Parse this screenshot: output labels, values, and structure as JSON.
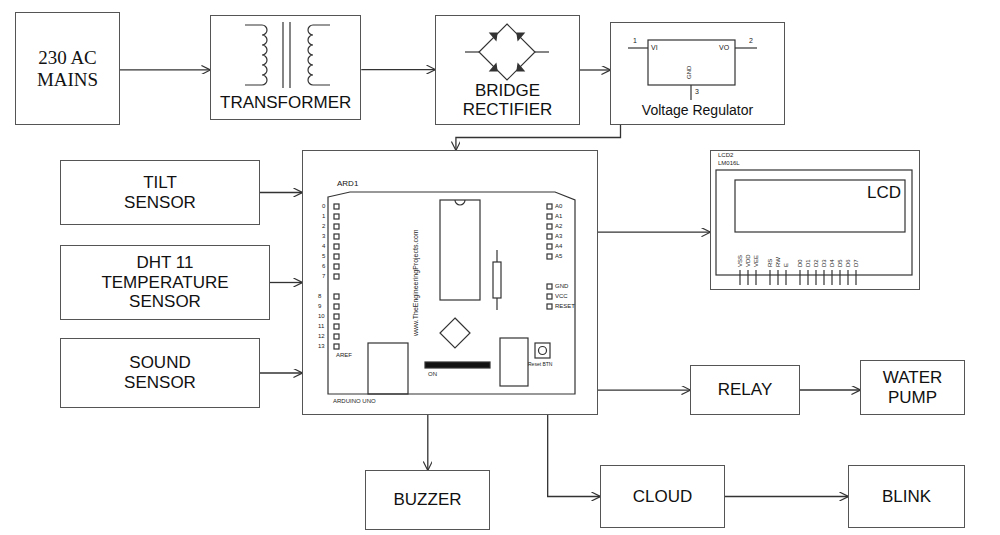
{
  "diagram": {
    "nodes": [
      {
        "text": [
          "230 AC MAINS"
        ]
      },
      {
        "text": [
          "TRANSFORMER"
        ]
      },
      {
        "text": [
          "BRIDGE RECTIFIER"
        ]
      },
      {
        "text": [
          "Voltage Regulator"
        ]
      },
      {
        "text": [
          "TILT SENSOR"
        ]
      },
      {
        "text": [
          "DHT 11 TEMPERATURE SENSOR"
        ]
      },
      {
        "text": [
          "SOUND SENSOR"
        ]
      },
      {
        "text": [
          "ARD1"
        ]
      },
      {
        "text": [
          "LCD"
        ]
      },
      {
        "text": [
          "RELAY"
        ]
      },
      {
        "text": [
          "WATER PUMP"
        ]
      },
      {
        "text": [
          "BUZZER"
        ]
      },
      {
        "text": [
          "CLOUD"
        ]
      },
      {
        "text": [
          "BLINK"
        ]
      }
    ],
    "edges": [
      {
        "from": 0,
        "to": 1,
        "arrow": "to"
      },
      {
        "from": 1,
        "to": 2,
        "arrow": "to"
      },
      {
        "from": 2,
        "to": 3,
        "arrow": "to"
      },
      {
        "from": 3,
        "to": 7,
        "arrow": "to"
      },
      {
        "from": 4,
        "to": 7,
        "arrow": "to"
      },
      {
        "from": 5,
        "to": 7,
        "arrow": "to"
      },
      {
        "from": 6,
        "to": 7,
        "arrow": "to"
      },
      {
        "from": 7,
        "to": 8,
        "arrow": "to"
      },
      {
        "from": 7,
        "to": 9,
        "arrow": "to"
      },
      {
        "from": 9,
        "to": 10,
        "arrow": "to"
      },
      {
        "from": 7,
        "to": 11,
        "arrow": "to"
      },
      {
        "from": 7,
        "to": 12,
        "arrow": "to"
      },
      {
        "from": 12,
        "to": 13,
        "arrow": "to"
      }
    ],
    "labels": [
      "1",
      "VI",
      "VO",
      "2",
      "GND",
      "3",
      "www.TheEngineeringProjects.com",
      "ARDUINO UNO",
      "AREF",
      "ON",
      "Reset BTN",
      "GND",
      "VCC",
      "RESET",
      "A0",
      "A1",
      "A2",
      "A3",
      "A4",
      "A5",
      "0",
      "1",
      "2",
      "3",
      "4",
      "5",
      "6",
      "7",
      "8",
      "9",
      "10",
      "11",
      "12",
      "13",
      "LCD2",
      "LM016L",
      "VSS",
      "VDD",
      "VEE",
      "RS",
      "RW",
      "E",
      "D0",
      "D1",
      "D2",
      "D3",
      "D4",
      "D5",
      "D6",
      "D7"
    ]
  }
}
